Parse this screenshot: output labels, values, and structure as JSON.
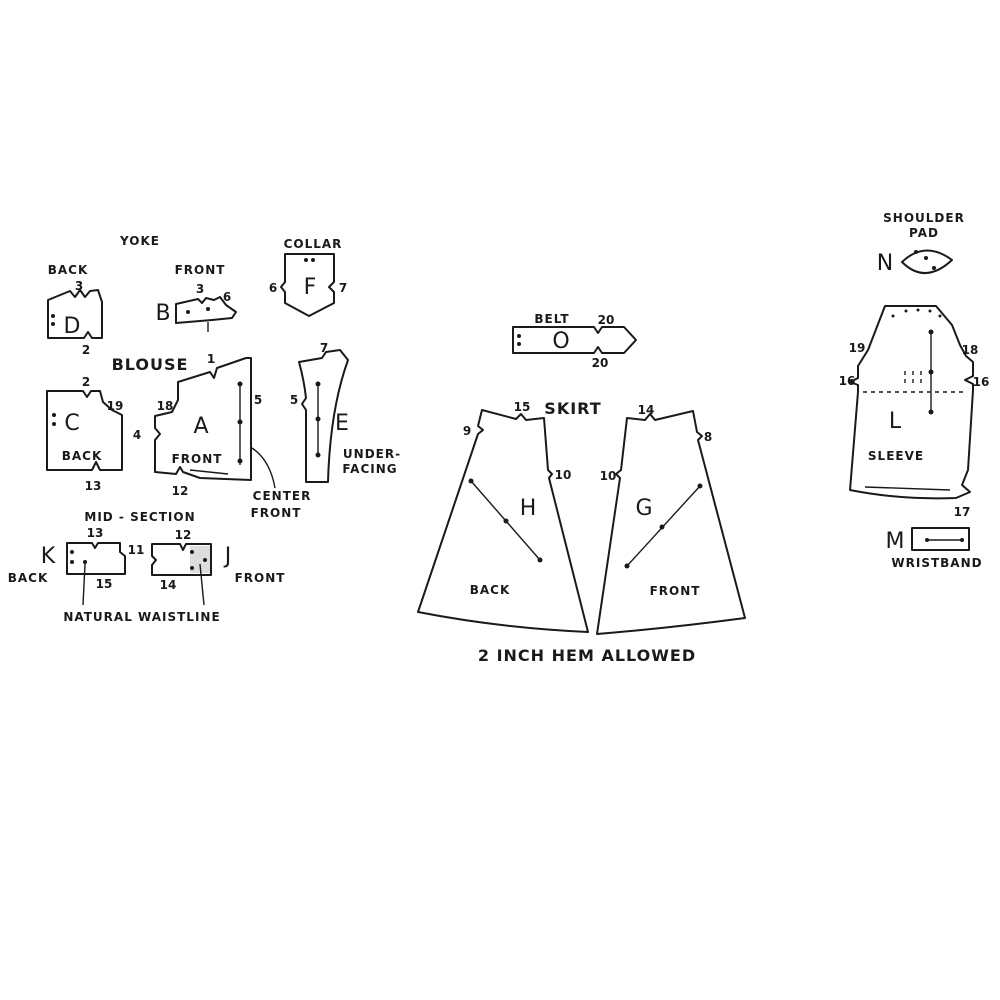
{
  "yoke": {
    "title": "YOKE",
    "back": "BACK",
    "front": "FRONT",
    "d": "D",
    "d_top": "3",
    "d_bottom": "2",
    "b": "B",
    "b_3": "3",
    "b_6": "6",
    "b_1": "1"
  },
  "collar": {
    "title": "COLLAR",
    "f": "F",
    "n6": "6",
    "n7": "7"
  },
  "blouse": {
    "title": "BLOUSE",
    "n1": "1",
    "c": "C",
    "c_2": "2",
    "c_19": "19",
    "n4": "4",
    "c_back": "BACK",
    "c_13": "13",
    "a": "A",
    "a_18": "18",
    "a_5": "5",
    "a_front": "FRONT",
    "a_12": "12",
    "center_front_1": "CENTER",
    "center_front_2": "FRONT"
  },
  "underfacing": {
    "e": "E",
    "n7": "7",
    "n5": "5",
    "label_1": "UNDER-",
    "label_2": "FACING"
  },
  "midsection": {
    "title": "MID - SECTION",
    "n13": "13",
    "n12": "12",
    "n11": "11",
    "k": "K",
    "k_back": "BACK",
    "n15": "15",
    "j": "J",
    "j_front": "FRONT",
    "n14": "14",
    "waistline": "NATURAL WAISTLINE"
  },
  "belt": {
    "title": "BELT",
    "o": "O",
    "n20a": "20",
    "n20b": "20"
  },
  "skirt": {
    "title": "SKIRT",
    "n15": "15",
    "n14": "14",
    "n9": "9",
    "n8": "8",
    "n10a": "10",
    "n10b": "10",
    "h": "H",
    "h_back": "BACK",
    "g": "G",
    "g_front": "FRONT",
    "hem": "2 INCH HEM ALLOWED"
  },
  "shoulder_pad": {
    "title_1": "SHOULDER",
    "title_2": "PAD",
    "n": "N"
  },
  "sleeve": {
    "l": "L",
    "n19": "19",
    "n18": "18",
    "n16a": "16",
    "n16b": "16",
    "label": "SLEEVE",
    "n17": "17"
  },
  "wristband": {
    "m": "M",
    "label": "WRISTBAND"
  }
}
